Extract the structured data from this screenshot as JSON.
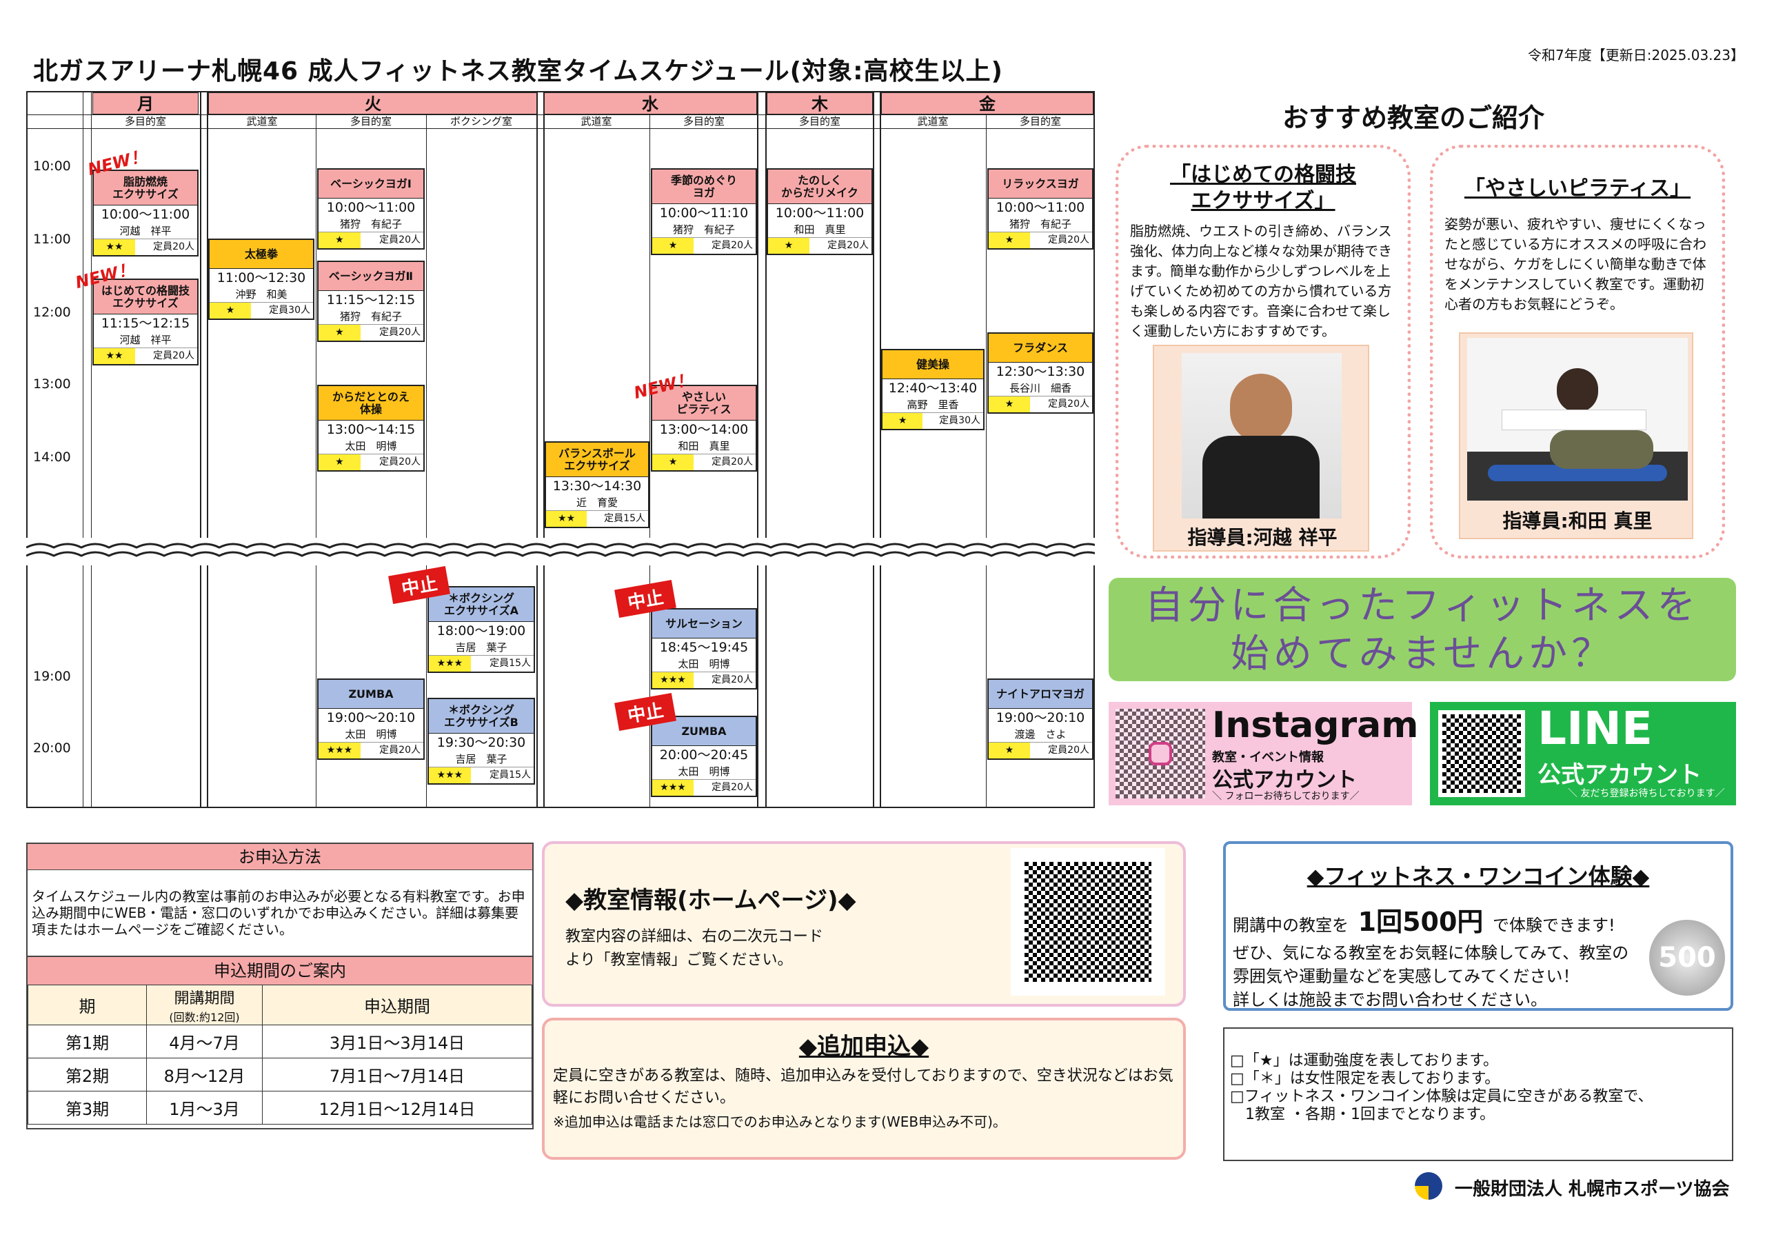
{
  "title": "北ガスアリーナ札幌46 成人フィットネス教室タイムスケジュール(対象:高校生以上)",
  "updated": "令和7年度【更新日:2025.03.23】",
  "days": [
    {
      "name": "月",
      "rooms": [
        "多目的室"
      ]
    },
    {
      "name": "火",
      "rooms": [
        "武道室",
        "多目的室",
        "ボクシング室"
      ]
    },
    {
      "name": "水",
      "rooms": [
        "武道室",
        "多目的室"
      ]
    },
    {
      "name": "木",
      "rooms": [
        "多目的室"
      ]
    },
    {
      "name": "金",
      "rooms": [
        "武道室",
        "多目的室"
      ]
    }
  ],
  "times": [
    "10:00",
    "11:00",
    "12:00",
    "13:00",
    "14:00",
    "19:00",
    "20:00"
  ],
  "new_tag": "NEW！",
  "cancel_tag": "中止",
  "classes": [
    {
      "name": "脂肪燃焼\nエクササイズ",
      "time": "10:00～11:00",
      "ins": "河越　祥平",
      "stars": "★★",
      "cap": "定員20人",
      "color": "#f6a8a8"
    },
    {
      "name": "はじめての格闘技\nエクササイズ",
      "time": "11:15～12:15",
      "ins": "河越　祥平",
      "stars": "★★",
      "cap": "定員20人",
      "color": "#f6a8a8"
    },
    {
      "name": "太極拳",
      "time": "11:00～12:30",
      "ins": "沖野　和美",
      "stars": "★",
      "cap": "定員30人",
      "color": "#ffc21a"
    },
    {
      "name": "ベーシックヨガⅠ",
      "time": "10:00～11:00",
      "ins": "猪狩　有紀子",
      "stars": "★",
      "cap": "定員20人",
      "color": "#f6a8a8"
    },
    {
      "name": "ベーシックヨガⅡ",
      "time": "11:15～12:15",
      "ins": "猪狩　有紀子",
      "stars": "★",
      "cap": "定員20人",
      "color": "#f6a8a8"
    },
    {
      "name": "からだととのえ\n体操",
      "time": "13:00～14:15",
      "ins": "太田　明博",
      "stars": "★",
      "cap": "定員20人",
      "color": "#ffc21a"
    },
    {
      "name": "季節のめぐり\nヨガ",
      "time": "10:00～11:10",
      "ins": "猪狩　有紀子",
      "stars": "★",
      "cap": "定員20人",
      "color": "#f6a8a8"
    },
    {
      "name": "やさしい\nピラティス",
      "time": "13:00～14:00",
      "ins": "和田　真里",
      "stars": "★",
      "cap": "定員20人",
      "color": "#f6a8a8"
    },
    {
      "name": "バランスボール\nエクササイズ",
      "time": "13:30～14:30",
      "ins": "近　育愛",
      "stars": "★★",
      "cap": "定員15人",
      "color": "#ffc21a"
    },
    {
      "name": "たのしく\nからだリメイク",
      "time": "10:00～11:00",
      "ins": "和田　真里",
      "stars": "★",
      "cap": "定員20人",
      "color": "#f6a8a8"
    },
    {
      "name": "健美操",
      "time": "12:40～13:40",
      "ins": "高野　里香",
      "stars": "★",
      "cap": "定員30人",
      "color": "#ffc21a"
    },
    {
      "name": "リラックスヨガ",
      "time": "10:00～11:00",
      "ins": "猪狩　有紀子",
      "stars": "★",
      "cap": "定員20人",
      "color": "#f6a8a8"
    },
    {
      "name": "フラダンス",
      "time": "12:30～13:30",
      "ins": "長谷川　細香",
      "stars": "★",
      "cap": "定員20人",
      "color": "#ffc21a"
    },
    {
      "name": "＊ボクシング\nエクササイズA",
      "time": "18:00～19:00",
      "ins": "吉居　葉子",
      "stars": "★★★",
      "cap": "定員15人",
      "color": "#a9bde4"
    },
    {
      "name": "ZUMBA",
      "time": "19:00～20:10",
      "ins": "太田　明博",
      "stars": "★★★",
      "cap": "定員20人",
      "color": "#a9bde4"
    },
    {
      "name": "＊ボクシング\nエクササイズB",
      "time": "19:30～20:30",
      "ins": "吉居　葉子",
      "stars": "★★★",
      "cap": "定員15人",
      "color": "#a9bde4"
    },
    {
      "name": "サルセーション",
      "time": "18:45～19:45",
      "ins": "太田　明博",
      "stars": "★★★",
      "cap": "定員20人",
      "color": "#a9bde4"
    },
    {
      "name": "ZUMBA",
      "time": "20:00～20:45",
      "ins": "太田　明博",
      "stars": "★★★",
      "cap": "定員20人",
      "color": "#a9bde4"
    },
    {
      "name": "ナイトアロマヨガ",
      "time": "19:00～20:10",
      "ins": "渡邊　さよ",
      "stars": "★",
      "cap": "定員20人",
      "color": "#a9bde4"
    }
  ],
  "recommend": {
    "title": "おすすめ教室のご紹介",
    "card1": {
      "title": "「はじめての格闘技\nエクササイズ」",
      "text": "脂肪燃焼、ウエストの引き締め、バランス強化、体力向上など様々な効果が期待できます。簡単な動作から少しずつレベルを上げていくため初めての方から慣れている方も楽しめる内容です。音楽に合わせて楽しく運動したい方におすすめです。",
      "instructor": "指導員:河越 祥平"
    },
    "card2": {
      "title": "「やさしいピラティス」",
      "text": "姿勢が悪い、疲れやすい、痩せにくくなったと感じている方にオススメの呼吸に合わせながら、ケガをしにくい簡単な動きで体をメンテナンスしていく教室です。運動初心者の方もお気軽にどうぞ。",
      "instructor": "指導員:和田 真里"
    }
  },
  "banner": "自分に合ったフィットネスを\n始めてみませんか？",
  "instagram": {
    "title": "Instagram",
    "sub1": "教室・イベント情報",
    "sub2": "公式アカウント",
    "sub3": "＼ フォローお待ちしております／"
  },
  "line": {
    "title": "LINE",
    "sub1": "公式アカウント",
    "sub2": "＼ 友だち登録お待ちしております／"
  },
  "apply": {
    "title": "お申込方法",
    "text": "タイムスケジュール内の教室は事前のお申込みが必要となる有料教室です。お申込み期間中にWEB・電話・窓口のいずれかでお申込みください。詳細は募集要項またはホームページをご確認ください。",
    "period_title": "申込期間のご案内",
    "headers": [
      "期",
      "開講期間",
      "(回数:約12回)",
      "申込期間"
    ],
    "rows": [
      [
        "第1期",
        "4月～7月",
        "3月1日～3月14日"
      ],
      [
        "第2期",
        "8月～12月",
        "7月1日～7月14日"
      ],
      [
        "第3期",
        "1月～3月",
        "12月1日～12月14日"
      ]
    ]
  },
  "info": {
    "title": "◆教室情報(ホームページ)◆",
    "text": "教室内容の詳細は、右の二次元コード\nより「教室情報」ご覧ください。"
  },
  "extra": {
    "title": "◆追加申込◆",
    "text": "定員に空きがある教室は、随時、追加申込みを受付しておりますので、空き状況などはお気軽にお問い合せください。",
    "note": "※追加申込は電話または窓口でのお申込みとなります(WEB申込み不可)。"
  },
  "coin": {
    "title": "◆フィットネス・ワンコイン体験◆",
    "l1a": "開講中の教室を",
    "l1b": "1回500円",
    "l1c": "で体験できます!",
    "text": "ぜひ、気になる教室をお気軽に体験してみて、教室の雰囲気や運動量などを実感してみてください！\n詳しくは施設までお問い合わせください。",
    "coin_label": "500"
  },
  "notes": [
    "□「★」は運動強度を表しております。",
    "□「＊」は女性限定を表しております。",
    "□フィットネス・ワンコイン体験は定員に空きがある教室で、\n　1教室 ・各期・1回までとなります。"
  ],
  "org": "一般財団法人 札幌市スポーツ協会"
}
